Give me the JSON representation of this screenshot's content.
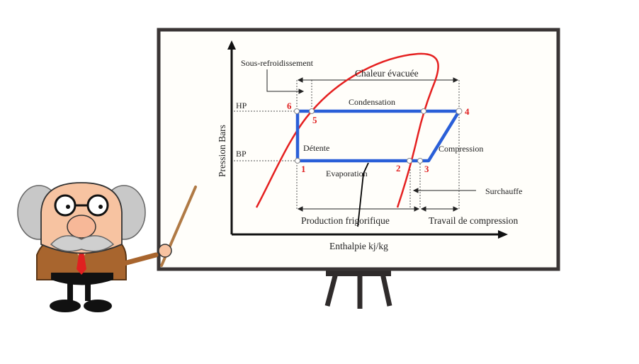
{
  "diagram": {
    "y_axis_label": "Pression Bars",
    "x_axis_label": "Enthalpie kj/kg",
    "hp_label": "HP",
    "bp_label": "BP",
    "sous_refroidissement": "Sous-refroidissement",
    "chaleur_evacuee": "Chaleur évacuée",
    "condensation": "Condensation",
    "detente": "Détente",
    "evaporation": "Evaporation",
    "compression": "Compression",
    "surchauffe": "Surchauffe",
    "production_frigorifique": "Production frigorifique",
    "travail_compression": "Travail de compression",
    "points": [
      "1",
      "2",
      "3",
      "4",
      "5",
      "6"
    ]
  },
  "colors": {
    "cycle": "#2a5fd8",
    "saturation_curve": "#e52020",
    "board_frame": "#3a3535"
  }
}
